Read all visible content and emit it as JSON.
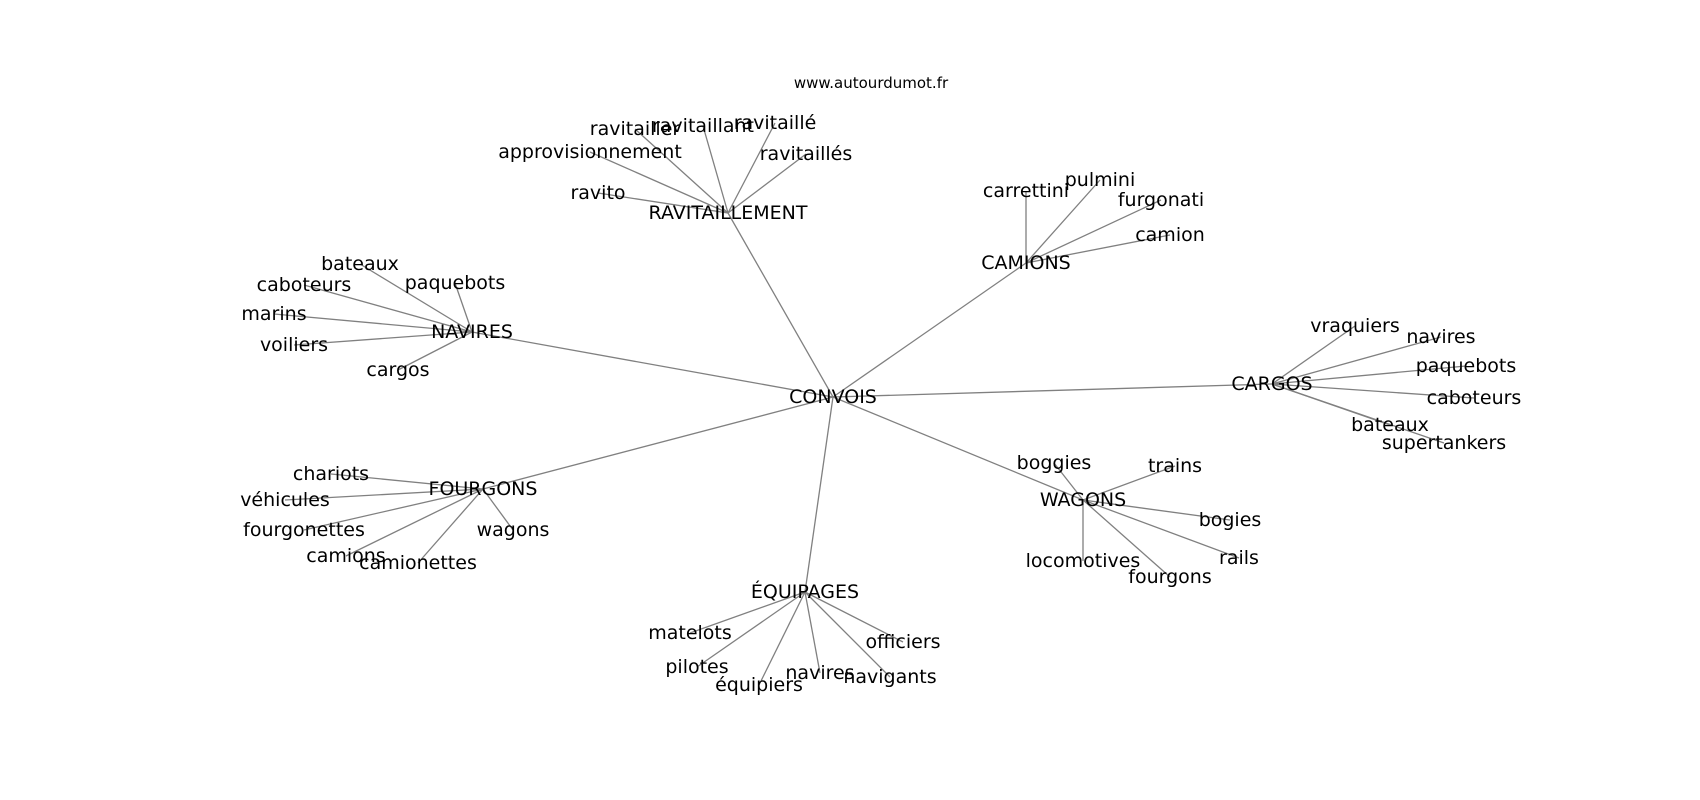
{
  "source_text": "www.autourdumot.fr",
  "edge_color": "#808080",
  "graph": {
    "center": "CONVOIS",
    "clusters": [
      {
        "key": "ravitaillement",
        "label": "RAVITAILLEMENT",
        "leaves": [
          "ravitailler",
          "ravitaillant",
          "ravitaillé",
          "ravitaillés",
          "approvisionnement",
          "ravito"
        ]
      },
      {
        "key": "camions",
        "label": "CAMIONS",
        "leaves": [
          "carrettini",
          "pulmini",
          "furgonati",
          "camion"
        ]
      },
      {
        "key": "navires",
        "label": "NAVIRES",
        "leaves": [
          "bateaux",
          "caboteurs",
          "paquebots",
          "marins",
          "voiliers",
          "cargos"
        ]
      },
      {
        "key": "cargos",
        "label": "CARGOS",
        "leaves": [
          "vraquiers",
          "navires",
          "paquebots",
          "caboteurs",
          "bateaux",
          "supertankers"
        ]
      },
      {
        "key": "fourgons",
        "label": "FOURGONS",
        "leaves": [
          "chariots",
          "véhicules",
          "fourgonettes",
          "camions",
          "camionettes",
          "wagons"
        ]
      },
      {
        "key": "wagons",
        "label": "WAGONS",
        "leaves": [
          "boggies",
          "trains",
          "bogies",
          "rails",
          "fourgons",
          "locomotives"
        ]
      },
      {
        "key": "equipages",
        "label": "ÉQUIPAGES",
        "leaves": [
          "matelots",
          "pilotes",
          "équipiers",
          "navires",
          "navigants",
          "officiers"
        ]
      }
    ]
  }
}
